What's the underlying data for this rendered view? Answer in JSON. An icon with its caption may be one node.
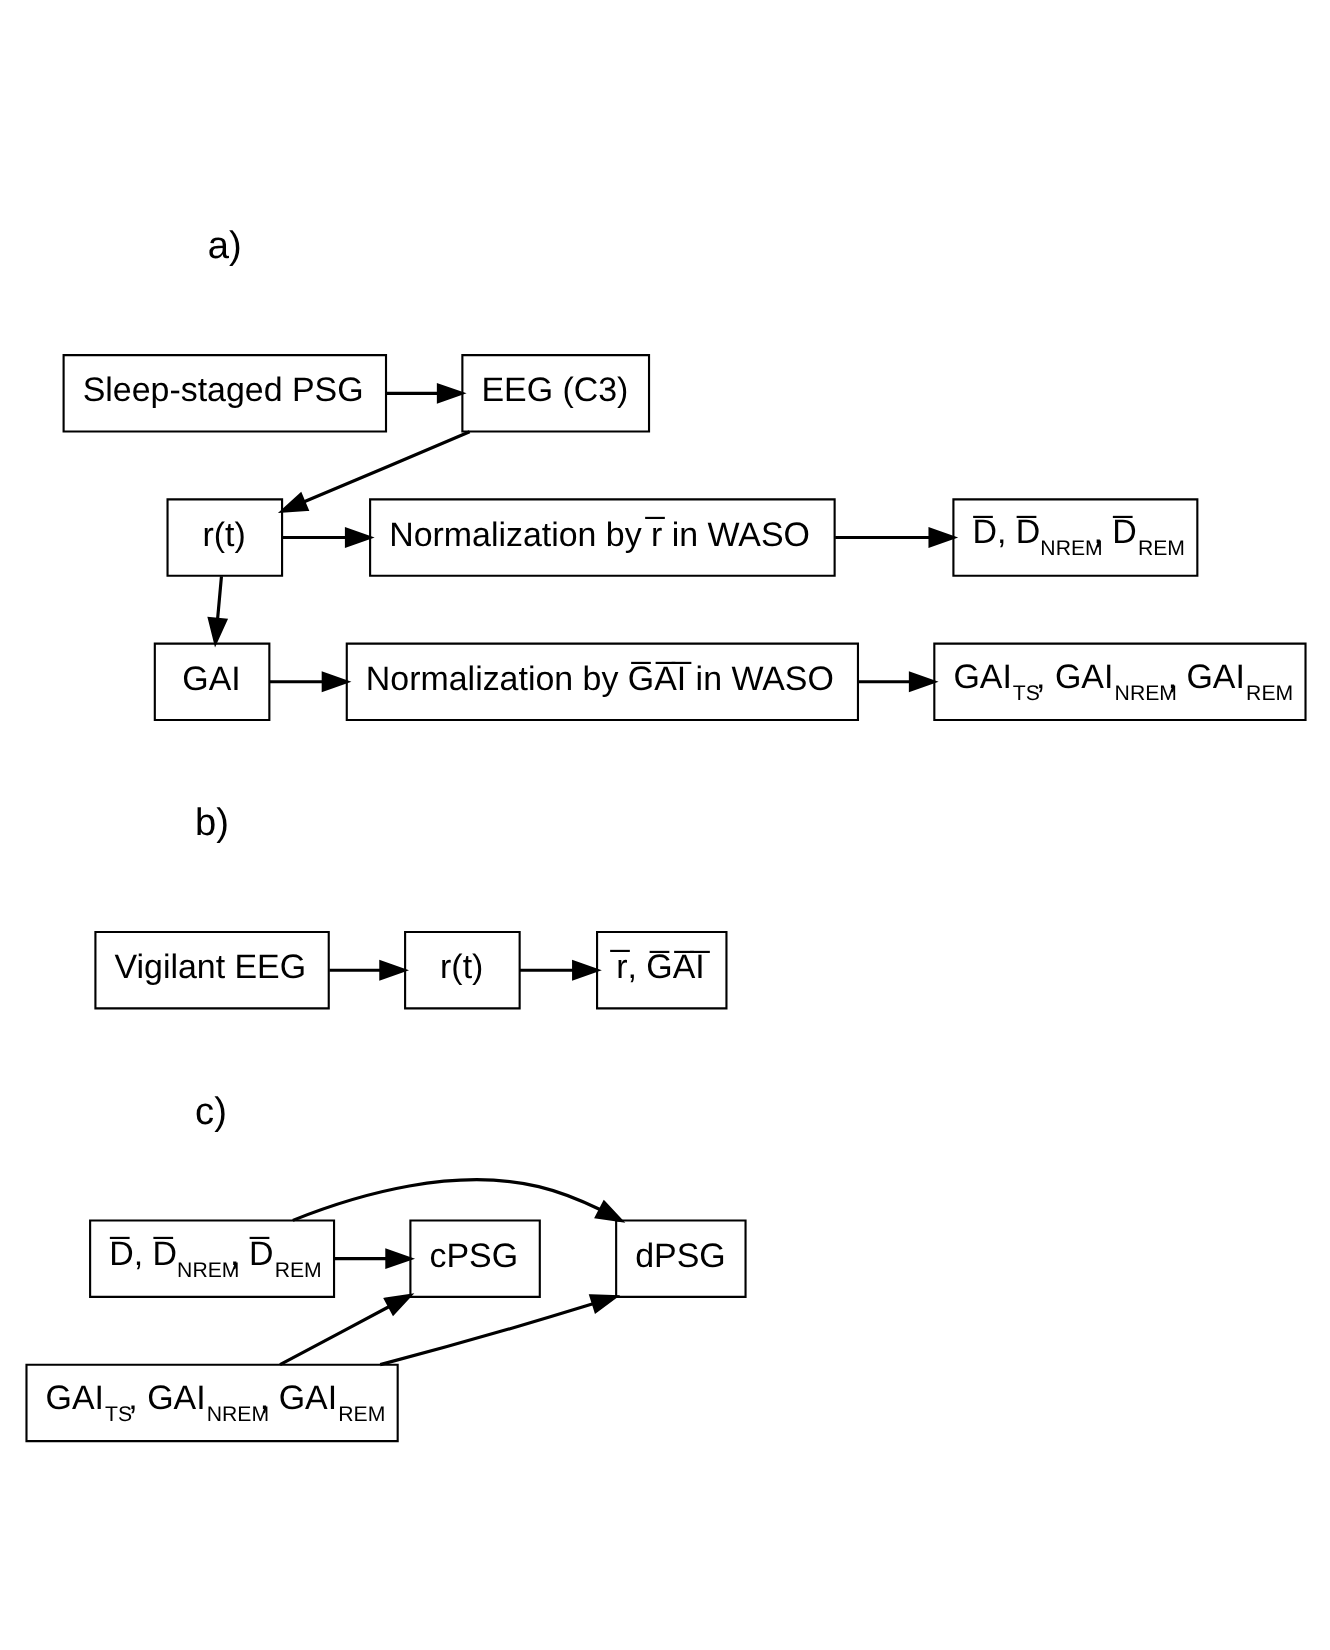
{
  "diagram": {
    "nodes": [
      {
        "text": [
          "Sleep-staged PSG"
        ]
      },
      {
        "text": [
          "EEG (C3)"
        ]
      },
      {
        "text": [
          "r(t)"
        ]
      },
      {
        "text": [
          "Normalization by r̅ in WASO"
        ]
      },
      {
        "text": [
          "D̅, D̅$_{NREM}$, D̅$_{REM}$"
        ]
      },
      {
        "text": [
          "GAI"
        ]
      },
      {
        "text": [
          "Normalization by G̅A̅I̅ in WASO"
        ]
      },
      {
        "text": [
          "GAI$_{TS}$, GAI$_{NREM}$, GAI$_{REM}$"
        ]
      },
      {
        "text": [
          "Vigilant EEG"
        ]
      },
      {
        "text": [
          "r(t)"
        ]
      },
      {
        "text": [
          "r̅, G̅A̅I̅"
        ]
      },
      {
        "text": [
          "dPSG"
        ]
      },
      {
        "text": [
          "D̅, D̅$_{NREM}$, D̅$_{REM}$"
        ]
      },
      {
        "text": [
          "cPSG"
        ]
      },
      {
        "text": [
          "GAI$_{TS}$, GAI$_{NREM}$, GAI$_{REM}$"
        ]
      }
    ],
    "edges": [
      {
        "from": 0,
        "to": 1,
        "arrow": "to"
      },
      {
        "from": 1,
        "to": 2,
        "arrow": "to"
      },
      {
        "from": 2,
        "to": 3,
        "arrow": "to"
      },
      {
        "from": 3,
        "to": 4,
        "arrow": "to"
      },
      {
        "from": 2,
        "to": 5,
        "arrow": "to"
      },
      {
        "from": 5,
        "to": 6,
        "arrow": "to"
      },
      {
        "from": 6,
        "to": 7,
        "arrow": "to"
      },
      {
        "from": 8,
        "to": 9,
        "arrow": "to"
      },
      {
        "from": 9,
        "to": 10,
        "arrow": "to"
      },
      {
        "from": 12,
        "to": 11,
        "arrow": "to"
      },
      {
        "from": 12,
        "to": 13,
        "arrow": "to"
      },
      {
        "from": 14,
        "to": 11,
        "arrow": "to"
      },
      {
        "from": 14,
        "to": 13,
        "arrow": "to"
      }
    ],
    "labels": [
      "a)",
      "b)",
      "c)"
    ]
  }
}
